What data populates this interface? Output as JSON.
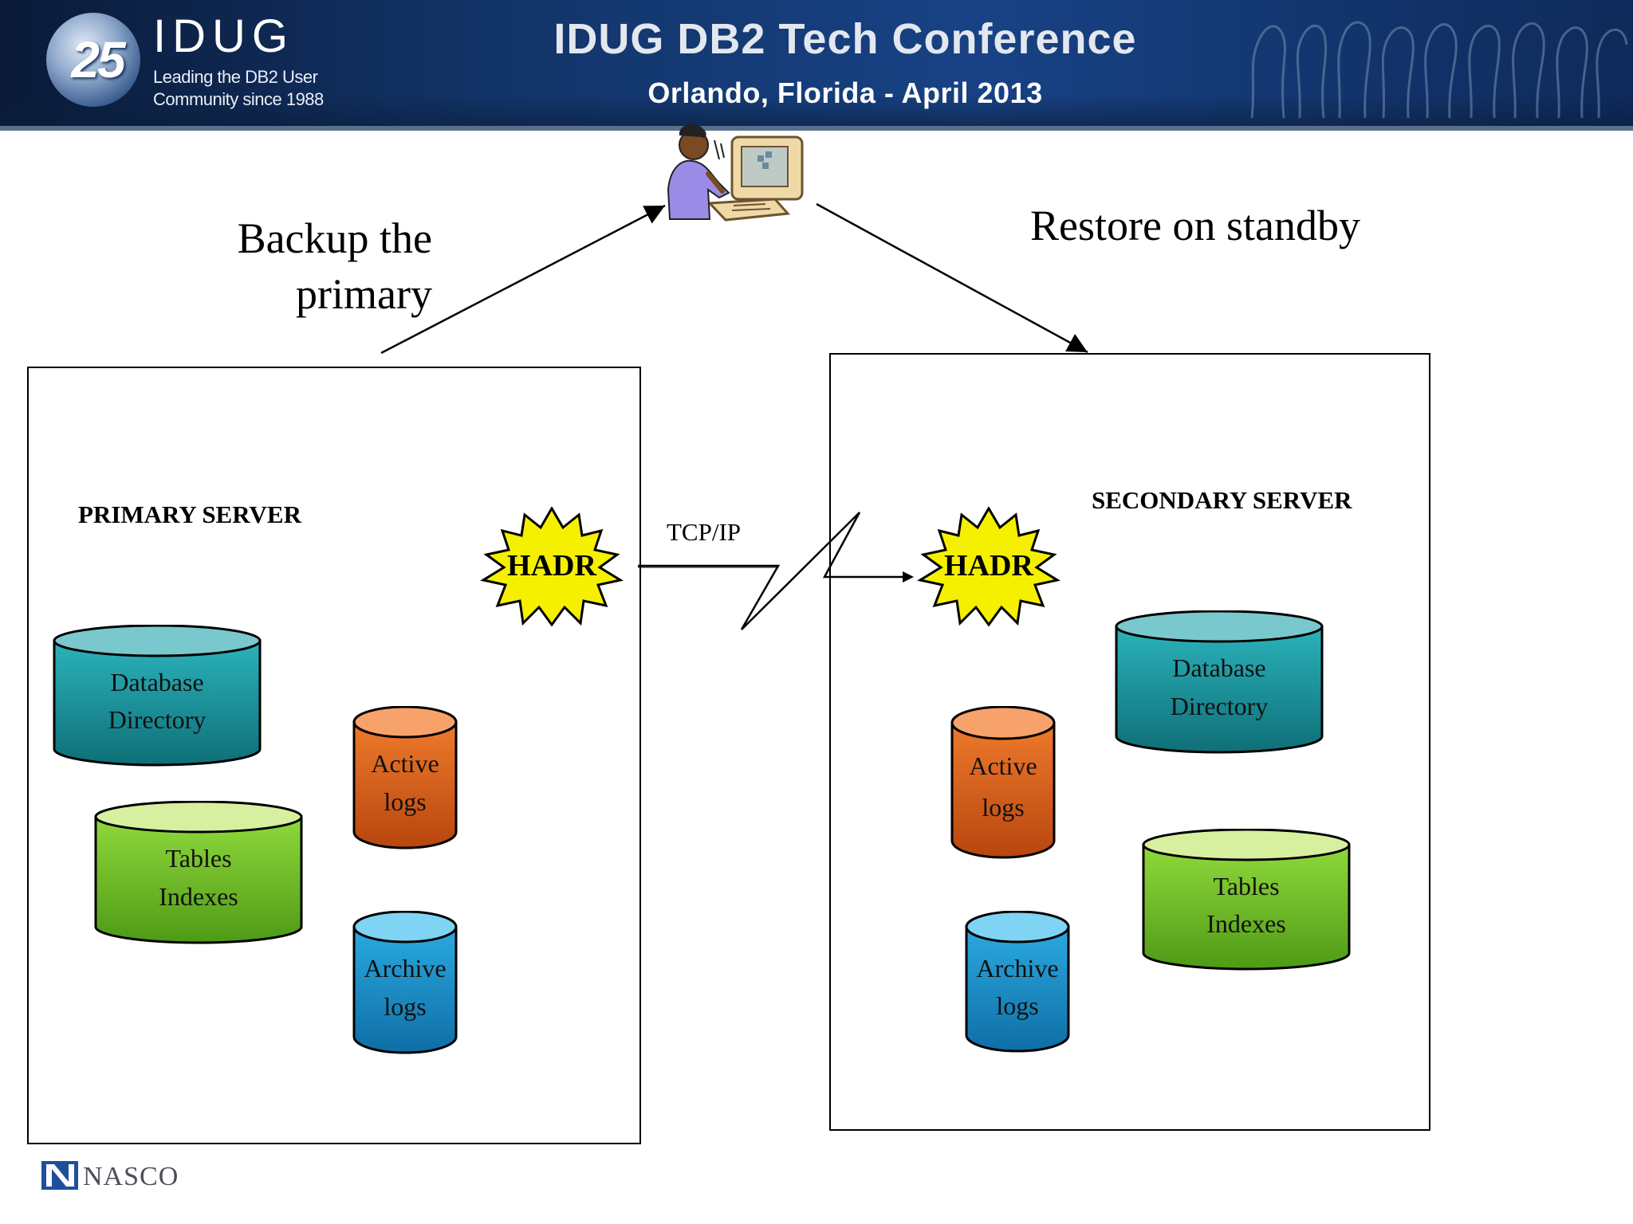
{
  "header": {
    "logo_number": "25",
    "logo_brand": "IDUG",
    "logo_tagline_1": "Leading the DB2 User",
    "logo_tagline_2": "Community since 1988",
    "title": "IDUG DB2 Tech Conference",
    "subtitle": "Orlando, Florida  -  April 2013"
  },
  "diagram": {
    "backup_label_line1": "Backup the",
    "backup_label_line2": "primary",
    "restore_label": "Restore on standby",
    "network_label": "TCP/IP",
    "primary": {
      "title": "PRIMARY SERVER",
      "hadr": "HADR",
      "db_dir": [
        "Database",
        "Directory"
      ],
      "tables": [
        "Tables",
        "Indexes"
      ],
      "active_logs": [
        "Active",
        "logs"
      ],
      "archive_logs": [
        "Archive",
        "logs"
      ]
    },
    "secondary": {
      "title": "SECONDARY SERVER",
      "hadr": "HADR",
      "db_dir": [
        "Database",
        "Directory"
      ],
      "tables": [
        "Tables",
        "Indexes"
      ],
      "active_logs": [
        "Active",
        "logs"
      ],
      "archive_logs": [
        "Archive",
        "logs"
      ]
    }
  },
  "footer": {
    "logo_text": "NASCO"
  },
  "colors": {
    "teal": "#1fa0a8",
    "green": "#6cc22e",
    "orange": "#e0661a",
    "blue": "#1b9bd1",
    "hadr": "#f2f20a"
  }
}
